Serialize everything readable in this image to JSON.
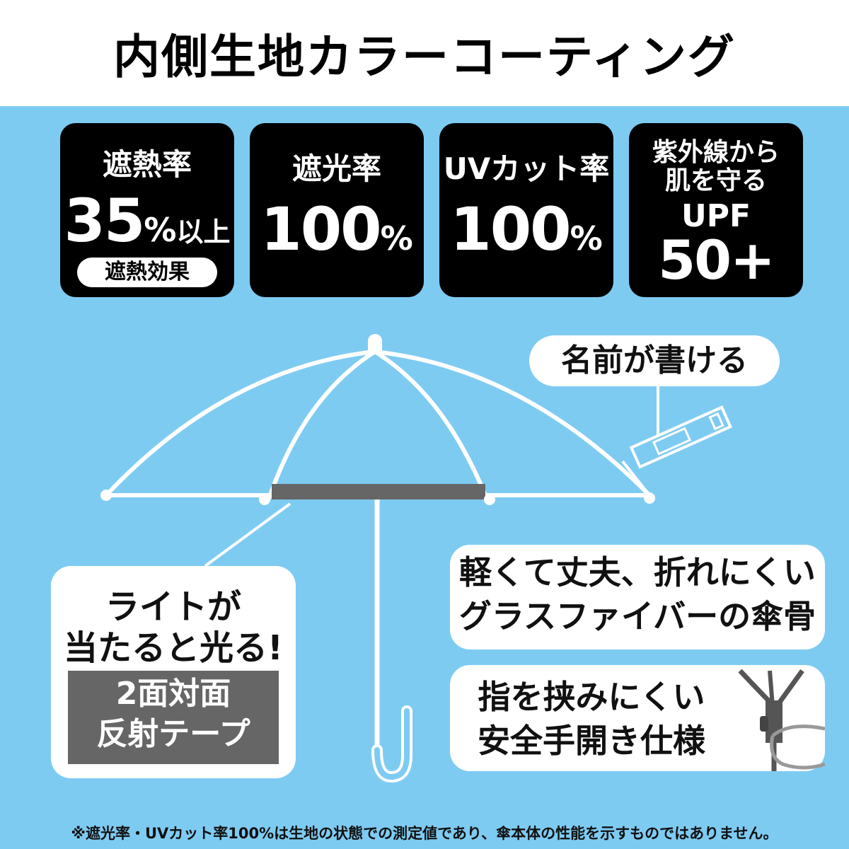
{
  "title": "内側生地カラーコーティング",
  "stats": [
    {
      "label": "遮熱率",
      "value": "35",
      "unit": "%",
      "suffix": "以上",
      "badge": "遮熱効果"
    },
    {
      "label": "遮光率",
      "value": "100",
      "unit": "%"
    },
    {
      "label": "UVカット率",
      "value": "100",
      "unit": "%"
    },
    {
      "line1": "紫外線から",
      "line2": "肌を守る",
      "line3": "UPF",
      "value": "50+"
    }
  ],
  "callouts": {
    "name": "名前が書ける",
    "light_line1": "ライトが",
    "light_line2": "当たると光る!",
    "tape_line1": "2面対面",
    "tape_line2": "反射テープ",
    "fiber_line1": "軽くて丈夫、折れにくい",
    "fiber_line2": "グラスファイバーの傘骨",
    "finger_line1": "指を挟みにくい",
    "finger_line2": "安全手開き仕様"
  },
  "footnote": "※遮光率・UVカット率100%は生地の状態での測定値であり、傘本体の性能を示すものではありません。",
  "colors": {
    "background": "#7ECBF2",
    "header": "#FFFFFF",
    "stat_box": "#000000",
    "reflective_tape": "#666666"
  }
}
